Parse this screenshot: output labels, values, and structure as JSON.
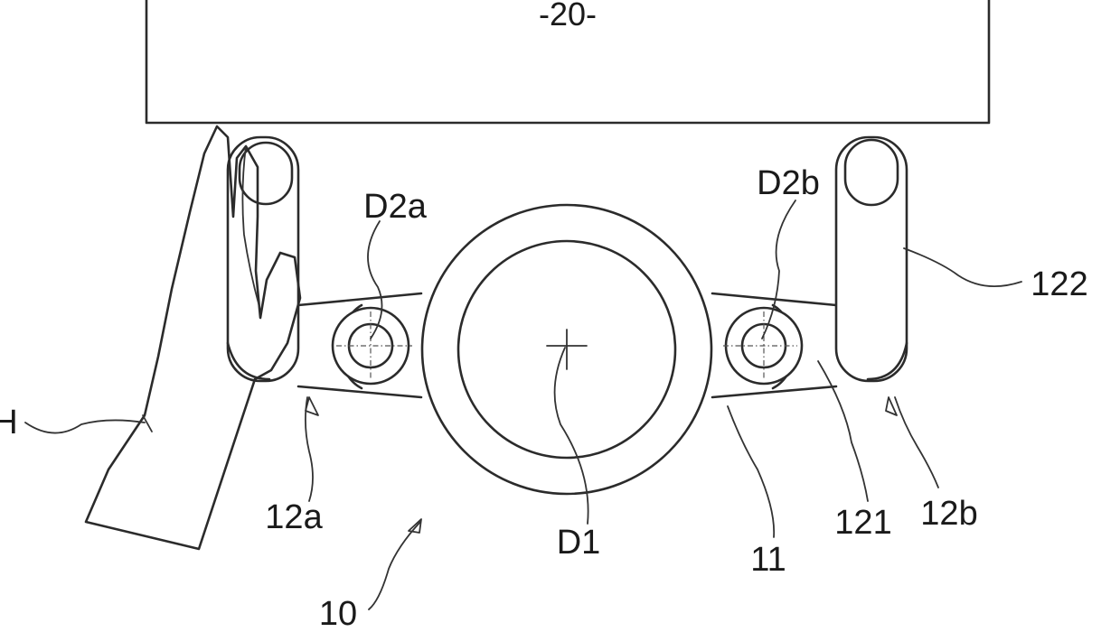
{
  "labels": {
    "device_20": "-20-",
    "d2a": "D2a",
    "d2b": "D2b",
    "d1": "D1",
    "ref_122": "122",
    "ref_121": "121",
    "ref_12a": "12a",
    "ref_12b": "12b",
    "ref_11": "11",
    "ref_10": "10",
    "hand": "H"
  }
}
